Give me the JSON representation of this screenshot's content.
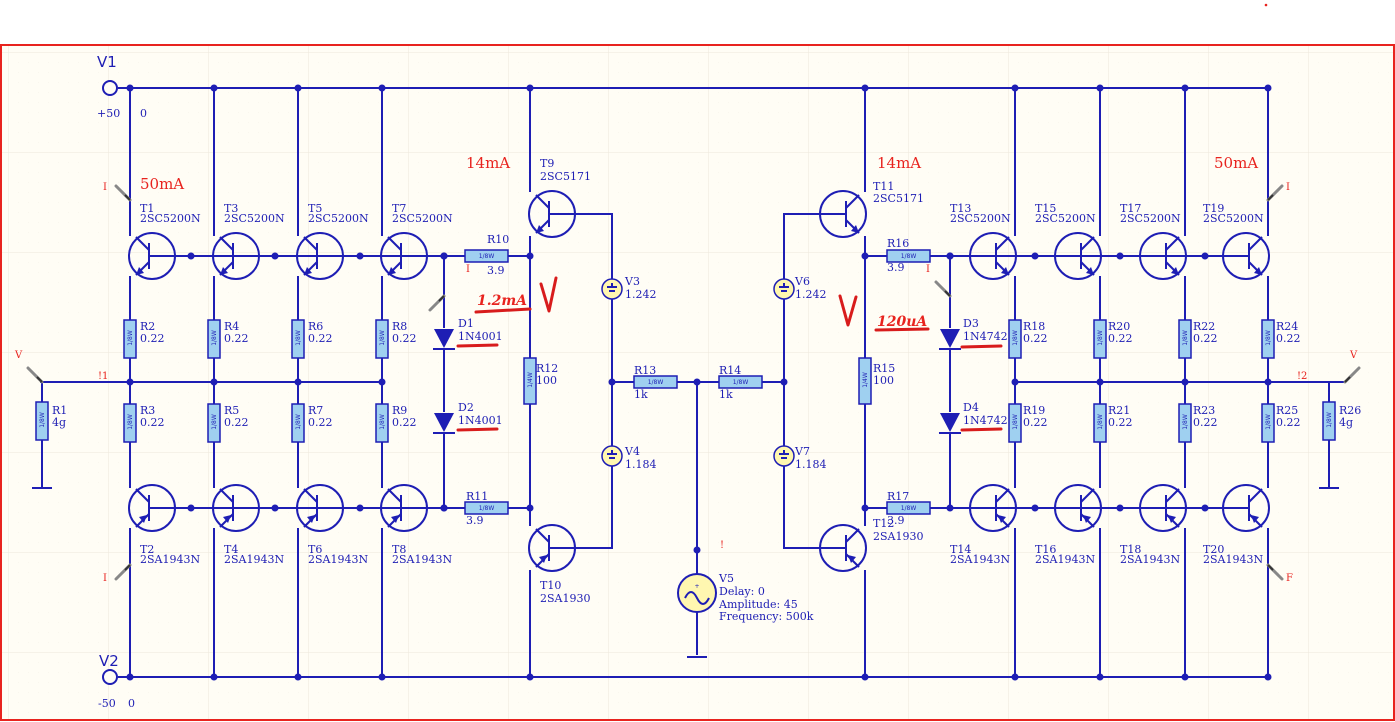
{
  "power": {
    "v1": {
      "name": "V1",
      "value": "+50",
      "zero": "0"
    },
    "v2": {
      "name": "V2",
      "value": "-50",
      "zero": "0"
    }
  },
  "upper_transistors": [
    {
      "name": "T1",
      "model": "2SC5200N"
    },
    {
      "name": "T3",
      "model": "2SC5200N"
    },
    {
      "name": "T5",
      "model": "2SC5200N"
    },
    {
      "name": "T7",
      "model": "2SC5200N"
    },
    {
      "name": "T13",
      "model": "2SC5200N"
    },
    {
      "name": "T15",
      "model": "2SC5200N"
    },
    {
      "name": "T17",
      "model": "2SC5200N"
    },
    {
      "name": "T19",
      "model": "2SC5200N"
    }
  ],
  "lower_transistors": [
    {
      "name": "T2",
      "model": "2SA1943N"
    },
    {
      "name": "T4",
      "model": "2SA1943N"
    },
    {
      "name": "T6",
      "model": "2SA1943N"
    },
    {
      "name": "T8",
      "model": "2SA1943N"
    },
    {
      "name": "T14",
      "model": "2SA1943N"
    },
    {
      "name": "T16",
      "model": "2SA1943N"
    },
    {
      "name": "T18",
      "model": "2SA1943N"
    },
    {
      "name": "T20",
      "model": "2SA1943N"
    }
  ],
  "driver_transistors": [
    {
      "name": "T9",
      "model": "2SC5171"
    },
    {
      "name": "T10",
      "model": "2SA1930"
    },
    {
      "name": "T11",
      "model": "2SC5171"
    },
    {
      "name": "T12",
      "model": "2SA1930"
    }
  ],
  "upper_emitter_resistors": [
    {
      "name": "R2",
      "value": "0.22"
    },
    {
      "name": "R4",
      "value": "0.22"
    },
    {
      "name": "R6",
      "value": "0.22"
    },
    {
      "name": "R8",
      "value": "0.22"
    },
    {
      "name": "R18",
      "value": "0.22"
    },
    {
      "name": "R20",
      "value": "0.22"
    },
    {
      "name": "R22",
      "value": "0.22"
    },
    {
      "name": "R24",
      "value": "0.22"
    }
  ],
  "lower_emitter_resistors": [
    {
      "name": "R3",
      "value": "0.22"
    },
    {
      "name": "R5",
      "value": "0.22"
    },
    {
      "name": "R7",
      "value": "0.22"
    },
    {
      "name": "R9",
      "value": "0.22"
    },
    {
      "name": "R19",
      "value": "0.22"
    },
    {
      "name": "R21",
      "value": "0.22"
    },
    {
      "name": "R23",
      "value": "0.22"
    },
    {
      "name": "R25",
      "value": "0.22"
    }
  ],
  "resistor_body": "1/8W",
  "resistor_body_14": "1/4W",
  "base_resistors": [
    {
      "name": "R10",
      "value": "3.9"
    },
    {
      "name": "R11",
      "value": "3.9"
    },
    {
      "name": "R16",
      "value": "3.9"
    },
    {
      "name": "R17",
      "value": "3.9"
    }
  ],
  "load_resistors": [
    {
      "name": "R1",
      "value": "4g"
    },
    {
      "name": "R26",
      "value": "4g"
    }
  ],
  "bias_resistors": [
    {
      "name": "R12",
      "value": "100"
    },
    {
      "name": "R15",
      "value": "100"
    }
  ],
  "input_resistors": [
    {
      "name": "R13",
      "value": "1k"
    },
    {
      "name": "R14",
      "value": "1k"
    }
  ],
  "diodes": [
    {
      "name": "D1",
      "model": "1N4001"
    },
    {
      "name": "D2",
      "model": "1N4001"
    },
    {
      "name": "D3",
      "model": "1N4742"
    },
    {
      "name": "D4",
      "model": "1N4742"
    }
  ],
  "bias_sources": [
    {
      "name": "V3",
      "value": "1.242"
    },
    {
      "name": "V4",
      "value": "1.184"
    },
    {
      "name": "V6",
      "value": "1.242"
    },
    {
      "name": "V7",
      "value": "1.184"
    }
  ],
  "signal_source": {
    "name": "V5",
    "delay": "Delay: 0",
    "amplitude": "Amplitude: 45",
    "frequency": "Frequency: 500k"
  },
  "net_labels": {
    "out1": "!1",
    "out2": "!2",
    "probe_v": "V",
    "probe_i": "I",
    "probe_f": "F",
    "bang": "!"
  },
  "annotations": {
    "current_50_left": "50mA",
    "current_50_right": "50mA",
    "current_14_left": "14mA",
    "current_14_right": "14mA",
    "current_12": "1.2mA",
    "current_120": "120uA"
  },
  "colors": {
    "wire": "#1e1eb4",
    "body": "#9fd0f0",
    "annotation": "#e8231e",
    "border": "#e8231e",
    "grid": "#ece8dc",
    "sheet": "#fffdf5"
  }
}
